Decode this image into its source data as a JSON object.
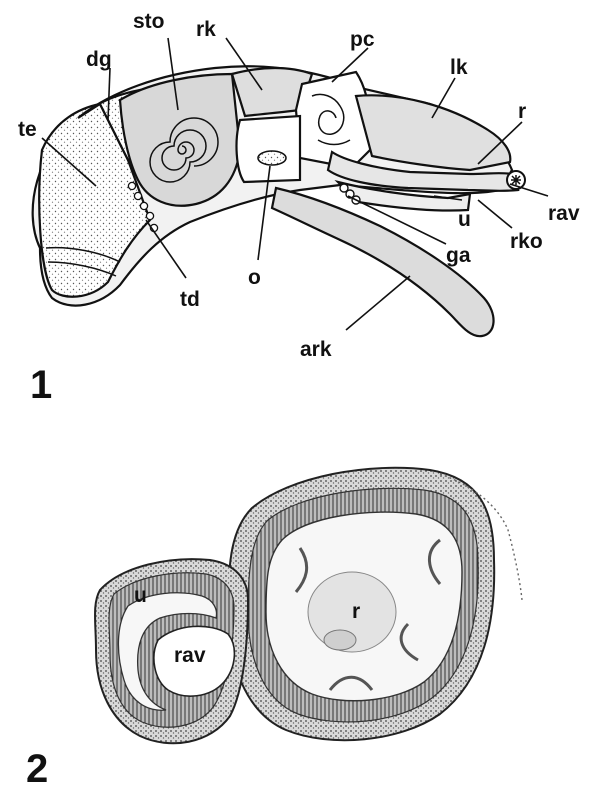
{
  "panel_1": {
    "number": "1",
    "labels": {
      "sto": "sto",
      "rk": "rk",
      "pc": "pc",
      "dg": "dg",
      "lk": "lk",
      "te": "te",
      "r": "r",
      "rav": "rav",
      "u": "u",
      "rko": "rko",
      "ga": "ga",
      "o": "o",
      "td": "td",
      "ark": "ark"
    }
  },
  "panel_2": {
    "number": "2",
    "labels": {
      "u": "u",
      "rav": "rav",
      "r": "r"
    }
  }
}
